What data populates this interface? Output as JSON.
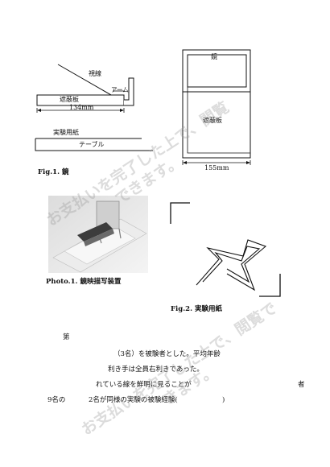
{
  "fig1_left": {
    "line_of_sight_label": "視線",
    "arm_label": "アーム",
    "shield_plate_label": "遮蔽板",
    "width_label": "134mm",
    "paper_label": "実験用紙",
    "table_label": "テーブル",
    "caption": "Fig.1. 鏡"
  },
  "fig1_right": {
    "mirror_label": "鏡",
    "shield_plate_label": "遮蔽板",
    "width_label": "155mm"
  },
  "photo": {
    "caption": "Photo.1. 鏡映描写装置"
  },
  "fig2": {
    "caption": "Fig.2. 実験用紙"
  },
  "body_text": {
    "line1": "第",
    "line2": "（3名）を被験者とした。平均年齢",
    "line3": "利き手は全員右利きであった。",
    "line4": "れている線を鮮明に見ることが",
    "line4_end": "者",
    "line5": "9名の",
    "line5_rest": "2名が同様の実験の被験経験(",
    "line5_end": ")"
  },
  "watermark": {
    "text": "お支払いを完了した上で、閲覧できます。"
  }
}
